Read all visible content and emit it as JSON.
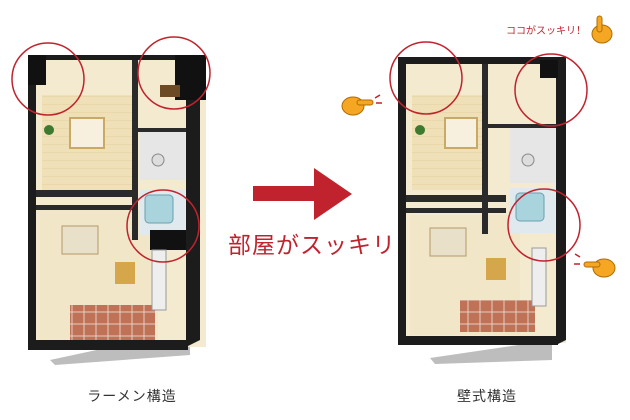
{
  "captions": {
    "left": "ラーメン構造",
    "right": "壁式構造"
  },
  "headline": "部屋がスッキリ",
  "annotation": "ココがスッキリ！",
  "colors": {
    "accent_red": "#c0232e",
    "wall": "#1a1a1a",
    "floor_light": "#f1e6c8",
    "floor_wood": "#d9c08a",
    "tile": "#b9674e"
  }
}
